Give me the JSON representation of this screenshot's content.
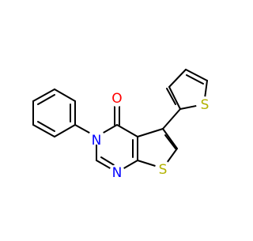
{
  "molecule": {
    "atom_labels": {
      "oxygen": "O",
      "n_ring": "N",
      "n_imine": "N",
      "s_fused": "S",
      "s_thiophene": "S"
    },
    "colors": {
      "bond": "#000000",
      "oxygen": "#ff0000",
      "nitrogen": "#0000ff",
      "sulfur": "#b2b200"
    }
  }
}
